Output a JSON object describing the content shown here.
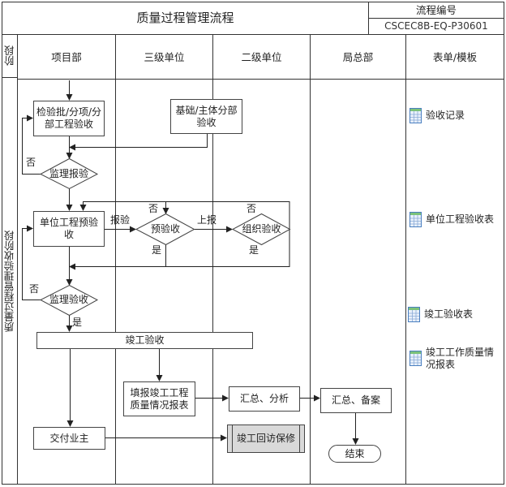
{
  "header": {
    "title": "质量过程管理流程",
    "code_label": "流程编号",
    "code_value": "CSCEC8B-EQ-P30601"
  },
  "columns": {
    "stage": "阶段",
    "lanes": [
      "项目部",
      "三级单位",
      "二级单位",
      "局总部",
      "表单/模板"
    ]
  },
  "stage_label": "质量过程管理验收阶段",
  "nodes": {
    "inspect_batch": "检验批/分项/分部工程验收",
    "foundation": "基础/主体分部验收",
    "supervisor_report": "监理报验",
    "unit_pre": "单位工程预验收",
    "pre_accept": "预验收",
    "organize_accept": "组织验收",
    "supervisor_accept": "监理验收",
    "completion": "竣工验收",
    "fill_report": "填报竣工工程质量情况报表",
    "summary_analysis": "汇总、分析",
    "deliver_owner": "交付业主",
    "revisit": "竣工回访保修",
    "summary_file": "汇总、备案",
    "end": "结束"
  },
  "edge_labels": {
    "no_1": "否",
    "no_2": "否",
    "no_3": "否",
    "no_4": "否",
    "yes_1": "是",
    "yes_2": "是",
    "yes_3": "是",
    "report": "报验",
    "submit_up": "上报"
  },
  "forms": [
    {
      "icon": "spreadsheet-icon",
      "label": "验收记录"
    },
    {
      "icon": "spreadsheet-icon",
      "label": "单位工程验收表"
    },
    {
      "icon": "spreadsheet-icon",
      "label": "竣工验收表"
    },
    {
      "icon": "spreadsheet-icon",
      "label": "竣工工作质量情况报表"
    }
  ],
  "colors": {
    "line": "#333333",
    "predefined_fill": "#d9d9d9",
    "icon_blue": "#4a7fc0",
    "icon_green": "#7cc27a"
  }
}
